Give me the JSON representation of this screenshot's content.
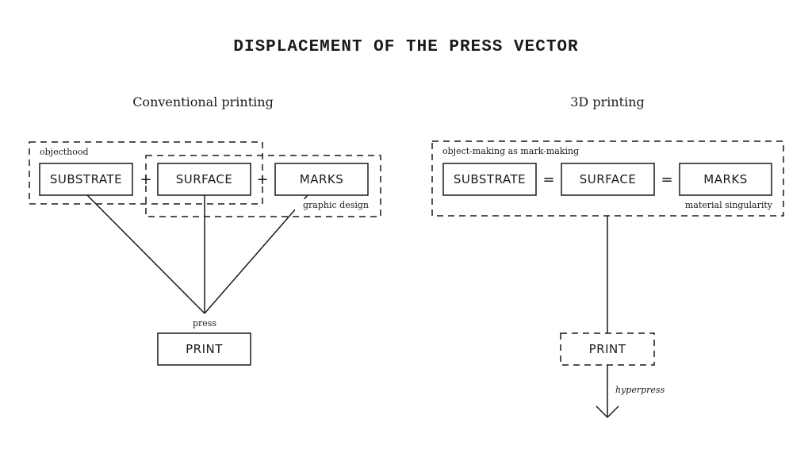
{
  "title": "DISPLACEMENT OF THE PRESS VECTOR",
  "conventional": {
    "heading": "Conventional printing",
    "group_objecthood": "objecthood",
    "group_graphic_design": "graphic design",
    "boxes": [
      "SUBSTRATE",
      "SURFACE",
      "MARKS"
    ],
    "operators": [
      "+",
      "+"
    ],
    "press_label": "press",
    "output": "PRINT"
  },
  "three_d": {
    "heading": "3D printing",
    "group_label": "object-making as mark-making",
    "group_caption": "material singularity",
    "boxes": [
      "SUBSTRATE",
      "SURFACE",
      "MARKS"
    ],
    "operators": [
      "=",
      "="
    ],
    "output": "PRINT",
    "arrow_label": "hyperpress"
  }
}
